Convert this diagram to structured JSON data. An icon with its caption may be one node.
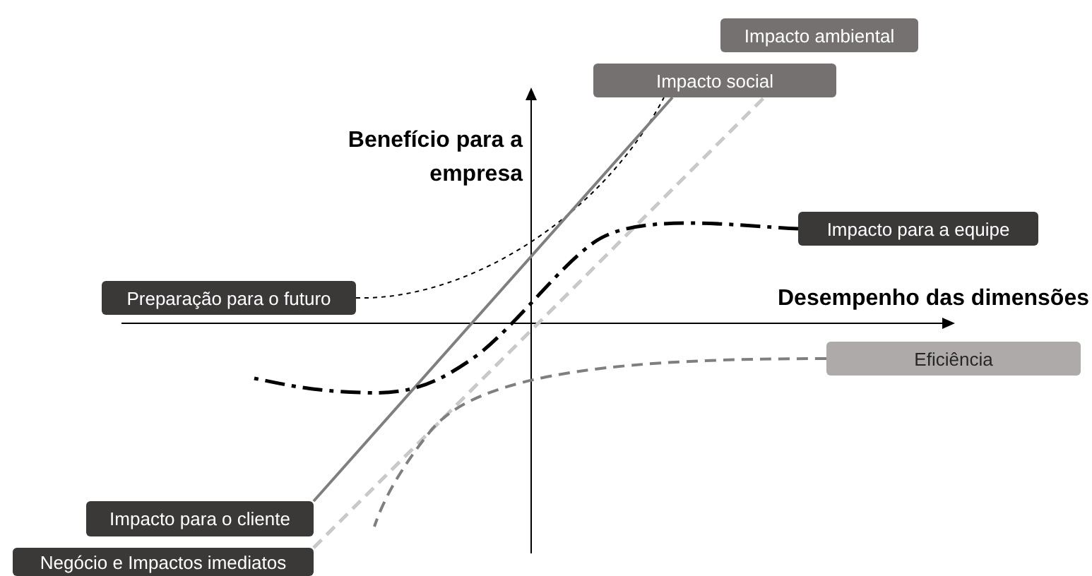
{
  "diagram": {
    "nodes": [
      {
        "text": [
          "Impacto ambiental"
        ]
      },
      {
        "text": [
          "Impacto social"
        ]
      },
      {
        "text": [
          "Impacto para a equipe"
        ]
      },
      {
        "text": [
          "Preparação para o futuro"
        ]
      },
      {
        "text": [
          "Eficiência"
        ]
      },
      {
        "text": [
          "Impacto para o cliente"
        ]
      },
      {
        "text": [
          "Negócio e Impactos imediatos"
        ]
      }
    ],
    "edges": [
      {
        "from": 3,
        "to": 1,
        "arrow": "none",
        "style": "dashed",
        "color": "#000000"
      },
      {
        "from": 5,
        "to": 1,
        "arrow": "none",
        "color": "#7f7f7f"
      },
      {
        "from": 6,
        "to": 1,
        "arrow": "none",
        "style": "dashed",
        "color": "#c9c9c9"
      },
      {
        "from": 2,
        "to": null,
        "arrow": "none",
        "style": "dashed",
        "color": "#000000"
      },
      {
        "from": 4,
        "to": null,
        "arrow": "none",
        "style": "dashed",
        "color": "#7f7f7f"
      }
    ],
    "labels": [
      "Benefício para a empresa",
      "Desempenho das dimensões"
    ]
  }
}
